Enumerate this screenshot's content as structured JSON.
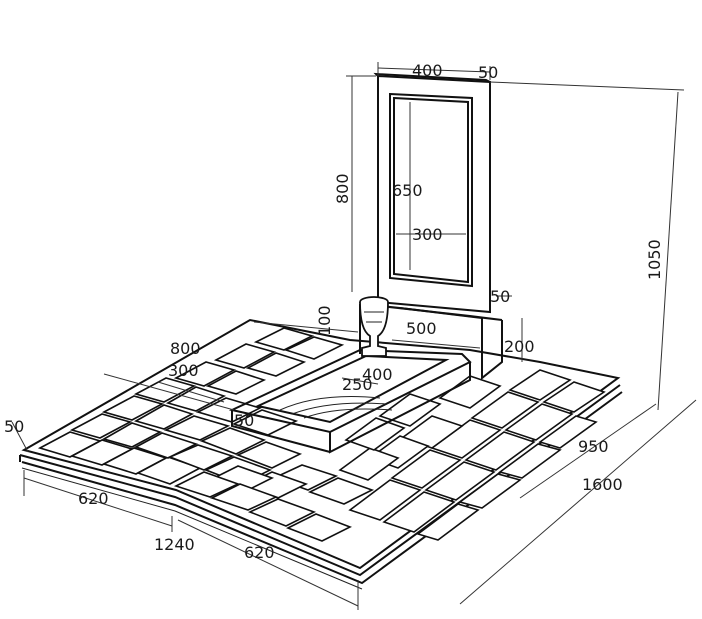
{
  "labels": {
    "stela_width": "400",
    "stela_thickness": "50",
    "stela_height": "800",
    "inner_frame_height": "650",
    "inner_frame_width": "300",
    "total_height": "1050",
    "pedestal_thickness": "50",
    "pedestal_length": "500",
    "pedestal_height": "200",
    "flower_bed_offset_800": "800",
    "vase_height": "100",
    "flower_bed_offset_300": "300",
    "flower_bed_width": "400",
    "flower_bed_inner": "250",
    "flower_bed_border": "50",
    "base_border": "50",
    "platform_depth": "950",
    "platform_length": "1600",
    "front_half_left": "620",
    "front_half_right": "620",
    "front_total": "1240"
  },
  "colors": {
    "line": "#111111",
    "background": "#ffffff"
  }
}
